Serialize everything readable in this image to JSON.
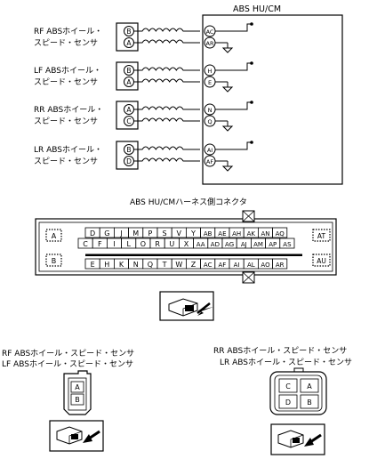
{
  "module_title": "ABS HU/CM",
  "sensors": [
    {
      "label_line1": "RF ABSホイール・",
      "label_line2": "スピード・センサ",
      "pin_top": "B",
      "pin_bottom": "A",
      "module_pin_top": "AC",
      "module_pin_bottom": "AR"
    },
    {
      "label_line1": "LF ABSホイール・",
      "label_line2": "スピード・センサ",
      "pin_top": "B",
      "pin_bottom": "A",
      "module_pin_top": "H",
      "module_pin_bottom": "E"
    },
    {
      "label_line1": "RR ABSホイール・",
      "label_line2": "スピード・センサ",
      "pin_top": "A",
      "pin_bottom": "C",
      "module_pin_top": "N",
      "module_pin_bottom": "Q"
    },
    {
      "label_line1": "LR ABSホイール・",
      "label_line2": "スピード・センサ",
      "pin_top": "B",
      "pin_bottom": "D",
      "module_pin_top": "AI",
      "module_pin_bottom": "AF"
    }
  ],
  "harness_title": "ABS HU/CMハーネス側コネクタ",
  "harness": {
    "side_top_left": "A",
    "side_bottom_left": "B",
    "side_top_right": "AT",
    "side_bottom_right": "AU",
    "row1": [
      "D",
      "G",
      "J",
      "M",
      "P",
      "S",
      "V",
      "Y",
      "AB",
      "AE",
      "AH",
      "AK",
      "AN",
      "AQ"
    ],
    "row2": [
      "C",
      "F",
      "I",
      "L",
      "O",
      "R",
      "U",
      "X",
      "AA",
      "AD",
      "AG",
      "AJ",
      "AM",
      "AP",
      "AS"
    ],
    "row3": [
      "E",
      "H",
      "K",
      "N",
      "Q",
      "T",
      "W",
      "Z",
      "AC",
      "AF",
      "AI",
      "AL",
      "AO",
      "AR"
    ]
  },
  "front_sensor_caption_1": "RF ABSホイール・スピード・センサ",
  "front_sensor_caption_2": "LF ABSホイール・スピード・センサ",
  "front_connector_pins": [
    "A",
    "B"
  ],
  "rear_sensor_caption_1": "RR ABSホイール・スピード・センサ",
  "rear_sensor_caption_2": "LR ABSホイール・スピード・センサ",
  "rear_connector_pins": [
    "C",
    "A",
    "D",
    "B"
  ]
}
